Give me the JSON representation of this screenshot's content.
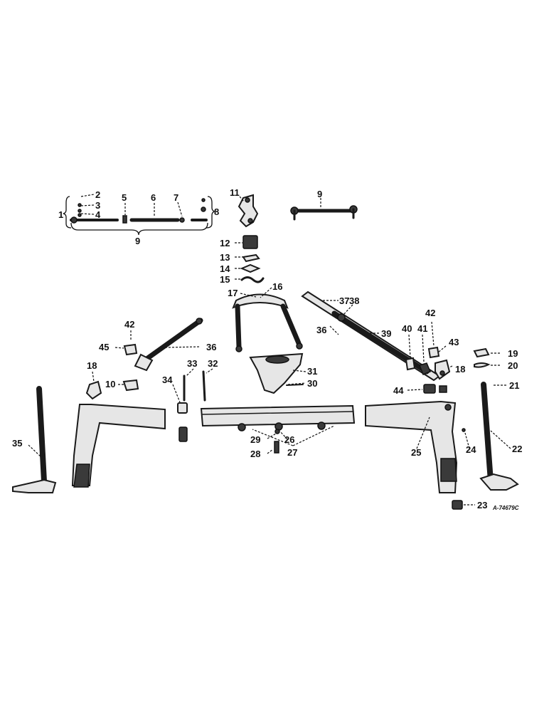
{
  "diagram": {
    "callouts": [
      {
        "id": "c1",
        "text": "1"
      },
      {
        "id": "c2",
        "text": "2"
      },
      {
        "id": "c3",
        "text": "3"
      },
      {
        "id": "c4",
        "text": "4"
      },
      {
        "id": "c5",
        "text": "5"
      },
      {
        "id": "c6",
        "text": "6"
      },
      {
        "id": "c7",
        "text": "7"
      },
      {
        "id": "c8",
        "text": "8"
      },
      {
        "id": "c9a",
        "text": "9"
      },
      {
        "id": "c9b",
        "text": "9"
      },
      {
        "id": "c10",
        "text": "10"
      },
      {
        "id": "c11",
        "text": "11"
      },
      {
        "id": "c12",
        "text": "12"
      },
      {
        "id": "c13",
        "text": "13"
      },
      {
        "id": "c14",
        "text": "14"
      },
      {
        "id": "c15",
        "text": "15"
      },
      {
        "id": "c16",
        "text": "16"
      },
      {
        "id": "c17",
        "text": "17"
      },
      {
        "id": "c18a",
        "text": "18"
      },
      {
        "id": "c18b",
        "text": "18"
      },
      {
        "id": "c19",
        "text": "19"
      },
      {
        "id": "c20",
        "text": "20"
      },
      {
        "id": "c21",
        "text": "21"
      },
      {
        "id": "c22",
        "text": "22"
      },
      {
        "id": "c23",
        "text": "23"
      },
      {
        "id": "c24",
        "text": "24"
      },
      {
        "id": "c25",
        "text": "25"
      },
      {
        "id": "c26",
        "text": "26"
      },
      {
        "id": "c27",
        "text": "27"
      },
      {
        "id": "c28",
        "text": "28"
      },
      {
        "id": "c29",
        "text": "29"
      },
      {
        "id": "c30",
        "text": "30"
      },
      {
        "id": "c31",
        "text": "31"
      },
      {
        "id": "c32",
        "text": "32"
      },
      {
        "id": "c33",
        "text": "33"
      },
      {
        "id": "c34",
        "text": "34"
      },
      {
        "id": "c35",
        "text": "35"
      },
      {
        "id": "c36a",
        "text": "36"
      },
      {
        "id": "c36b",
        "text": "36"
      },
      {
        "id": "c37",
        "text": "37"
      },
      {
        "id": "c38",
        "text": "38"
      },
      {
        "id": "c39",
        "text": "39"
      },
      {
        "id": "c40",
        "text": "40"
      },
      {
        "id": "c41",
        "text": "41"
      },
      {
        "id": "c42a",
        "text": "42"
      },
      {
        "id": "c42b",
        "text": "42"
      },
      {
        "id": "c43",
        "text": "43"
      },
      {
        "id": "c44",
        "text": "44"
      },
      {
        "id": "c45",
        "text": "45"
      }
    ],
    "reference_code": "A-74679C"
  }
}
